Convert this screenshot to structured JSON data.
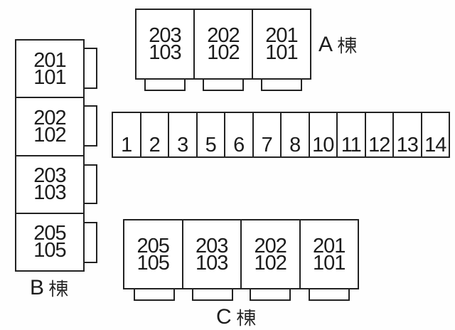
{
  "diagram": {
    "background": "#ffffff",
    "line_color": "#222222",
    "text_color": "#1c1c1c"
  },
  "buildings": [
    {
      "id": "A",
      "label": "A棟",
      "label_letter": "A",
      "label_kanji": "棟",
      "units": [
        {
          "upper": "203",
          "lower": "103"
        },
        {
          "upper": "202",
          "lower": "102"
        },
        {
          "upper": "201",
          "lower": "101"
        }
      ]
    },
    {
      "id": "B",
      "label": "B棟",
      "label_letter": "B",
      "label_kanji": "棟",
      "units": [
        {
          "upper": "201",
          "lower": "101"
        },
        {
          "upper": "202",
          "lower": "102"
        },
        {
          "upper": "203",
          "lower": "103"
        },
        {
          "upper": "205",
          "lower": "105"
        }
      ]
    },
    {
      "id": "C",
      "label": "C棟",
      "label_letter": "C",
      "label_kanji": "棟",
      "units": [
        {
          "upper": "205",
          "lower": "105"
        },
        {
          "upper": "203",
          "lower": "103"
        },
        {
          "upper": "202",
          "lower": "102"
        },
        {
          "upper": "201",
          "lower": "101"
        }
      ]
    }
  ],
  "parking": {
    "spaces": [
      "1",
      "2",
      "3",
      "5",
      "6",
      "7",
      "8",
      "10",
      "11",
      "12",
      "13",
      "14"
    ]
  }
}
